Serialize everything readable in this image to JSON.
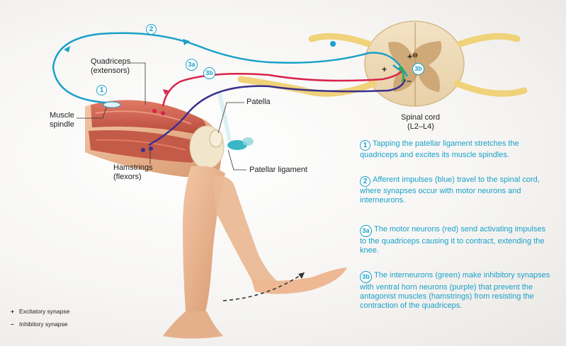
{
  "labels": {
    "quadriceps": "Quadriceps\n(extensors)",
    "muscle_spindle": "Muscle\nspindle",
    "hamstrings": "Hamstrings\n(flexors)",
    "patella": "Patella",
    "patellar_ligament": "Patellar ligament",
    "spinal_cord": "Spinal cord",
    "spinal_cord_levels": "(L2–L4)",
    "plus_sign": "+",
    "minus_sign": "–"
  },
  "markers": {
    "m1": "1",
    "m2": "2",
    "m3a": "3a",
    "m3b": "3b"
  },
  "steps": [
    {
      "num": "1",
      "text": "Tapping the patellar ligament stretches the quadriceps and excites its muscle spindles."
    },
    {
      "num": "2",
      "text": "Afferent impulses (blue) travel to the spinal cord, where synapses occur with motor neurons and interneurons."
    },
    {
      "num": "3a",
      "text": "The motor neurons (red) send activating impulses to the quadriceps causing it to contract, extending the knee."
    },
    {
      "num": "3b",
      "text": "The interneurons (green) make inhibitory synapses with ventral horn neurons (purple) that prevent the antagonist muscles (hamstrings) from resisting the contraction of the quadriceps."
    }
  ],
  "legend": [
    {
      "symbol": "+",
      "label": "Excitatory synapse"
    },
    {
      "symbol": "–",
      "label": "Inhibitory synapse"
    }
  ],
  "colors": {
    "afferent": "#1aa0c8",
    "motor": "#d6244a",
    "interneuron": "#3aa84a",
    "ventral": "#3a2f8c",
    "accent_text": "#1aa0c8"
  }
}
